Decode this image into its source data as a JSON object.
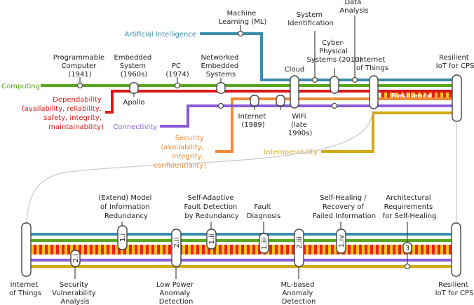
{
  "lines": {
    "computing": {
      "label": "Computing",
      "color": "#5aa51e"
    },
    "dependability": {
      "label": "Dependability (availability, reliability, safety, integrity, maintainability)",
      "label_lines": [
        "Dependability",
        "(availability, reliability,",
        "safety, integrity,",
        "maintainability)"
      ],
      "color": "#dd1818"
    },
    "ai": {
      "label": "Artificial Intelligence",
      "color": "#3b8cab"
    },
    "connectivity": {
      "label": "Connectivity",
      "color": "#8a5bd6"
    },
    "security": {
      "label": "Security (availability, integrity, confidentiality)",
      "label_lines": [
        "Security",
        "(availability,",
        "integrity,",
        "confidentiality)"
      ],
      "color": "#f08a35"
    },
    "interoperability": {
      "label": "Interoperability",
      "color": "#d1a914"
    },
    "resilience": {
      "label": "Resilience",
      "color_stripe_a": "#e8231c",
      "color_stripe_b": "#f2c21c"
    }
  },
  "milestones": {
    "programmable_computer": [
      "Programmable",
      "Computer",
      "(1941)"
    ],
    "embedded_system": [
      "Embedded",
      "System",
      "(1960s)"
    ],
    "apollo": [
      "Apollo"
    ],
    "pc": [
      "PC",
      "(1974)"
    ],
    "networked_embedded": [
      "Networked",
      "Embedded",
      "Systems"
    ],
    "machine_learning": [
      "Machine",
      "Learning (ML)"
    ],
    "cloud": [
      "Cloud"
    ],
    "system_identification": [
      "System",
      "Identification"
    ],
    "data_analysis": [
      "Data",
      "Analysis"
    ],
    "cps": [
      "Cyber-",
      "Physical",
      "Systems (2010)"
    ],
    "iot": [
      "Internet",
      "of Things"
    ],
    "internet": [
      "Internet",
      "(1989)"
    ],
    "wifi": [
      "WiFi",
      "(late",
      "1990s)"
    ],
    "resilient_iot_top": [
      "Resilient",
      "IoT for CPS"
    ]
  },
  "detail": {
    "start": [
      "Internet",
      "of Things"
    ],
    "end": [
      "Resilient",
      "IoT for CPS"
    ],
    "stations": {
      "s_2i": {
        "tag": "2.i",
        "label": [
          "Security",
          "Vulnerability",
          "Analysis"
        ]
      },
      "s_1i": {
        "tag": "1.i",
        "label": [
          "(Extend) Model",
          "of Information",
          "Redundancy"
        ]
      },
      "s_2ii": {
        "tag": "2.ii",
        "label": [
          "Low Power",
          "Anomaly",
          "Detection"
        ]
      },
      "s_1ii": {
        "tag": "1.ii",
        "label": [
          "Self-Adaptive",
          "Fault Detection",
          "by Redundancy"
        ]
      },
      "s_1iii": {
        "tag": "1.iii",
        "label": [
          "Fault",
          "Diagnosis"
        ]
      },
      "s_2iii": {
        "tag": "2.iii",
        "label": [
          "ML-based",
          "Anomaly",
          "Detection"
        ]
      },
      "s_1iv": {
        "tag": "1.iv",
        "label": [
          "Self-Healing /",
          "Recovery of",
          "Failed Information"
        ]
      },
      "s_3": {
        "tag": "3",
        "label": [
          "Architectural",
          "Requirements",
          "for Self-Healing"
        ]
      }
    }
  }
}
